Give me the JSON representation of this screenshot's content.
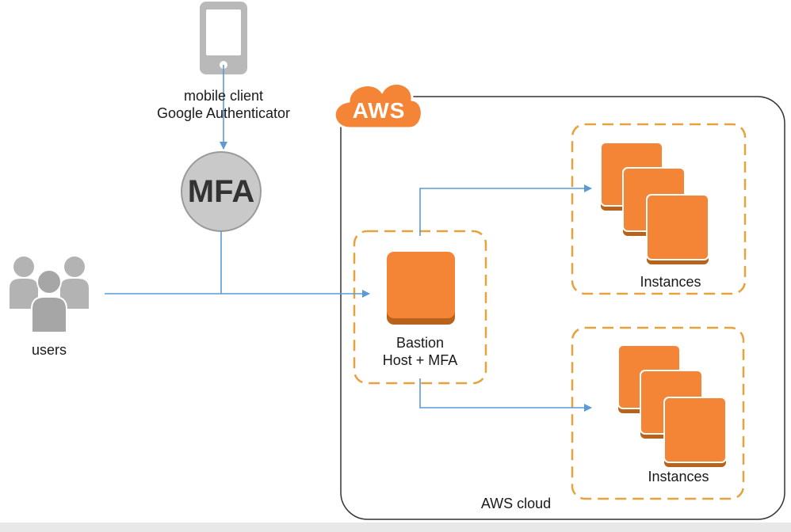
{
  "colors": {
    "orange": "#f58536",
    "orange_dark": "#b8621b",
    "dash": "#e6a23c",
    "arrow": "#5b9bd5",
    "gray": "#b9b9b9",
    "gray_dark": "#8c8c8c"
  },
  "mobile": {
    "icon": "mobile-phone-icon",
    "label_line1": "mobile client",
    "label_line2": "Google Authenticator"
  },
  "mfa": {
    "label": "MFA"
  },
  "users": {
    "icon": "users-group-icon",
    "label": "users"
  },
  "aws": {
    "badge": "AWS",
    "cloud_label": "AWS cloud"
  },
  "bastion": {
    "label_line1": "Bastion",
    "label_line2": "Host + MFA"
  },
  "instances_top": {
    "label": "Instances"
  },
  "instances_bottom": {
    "label": "Instances"
  }
}
